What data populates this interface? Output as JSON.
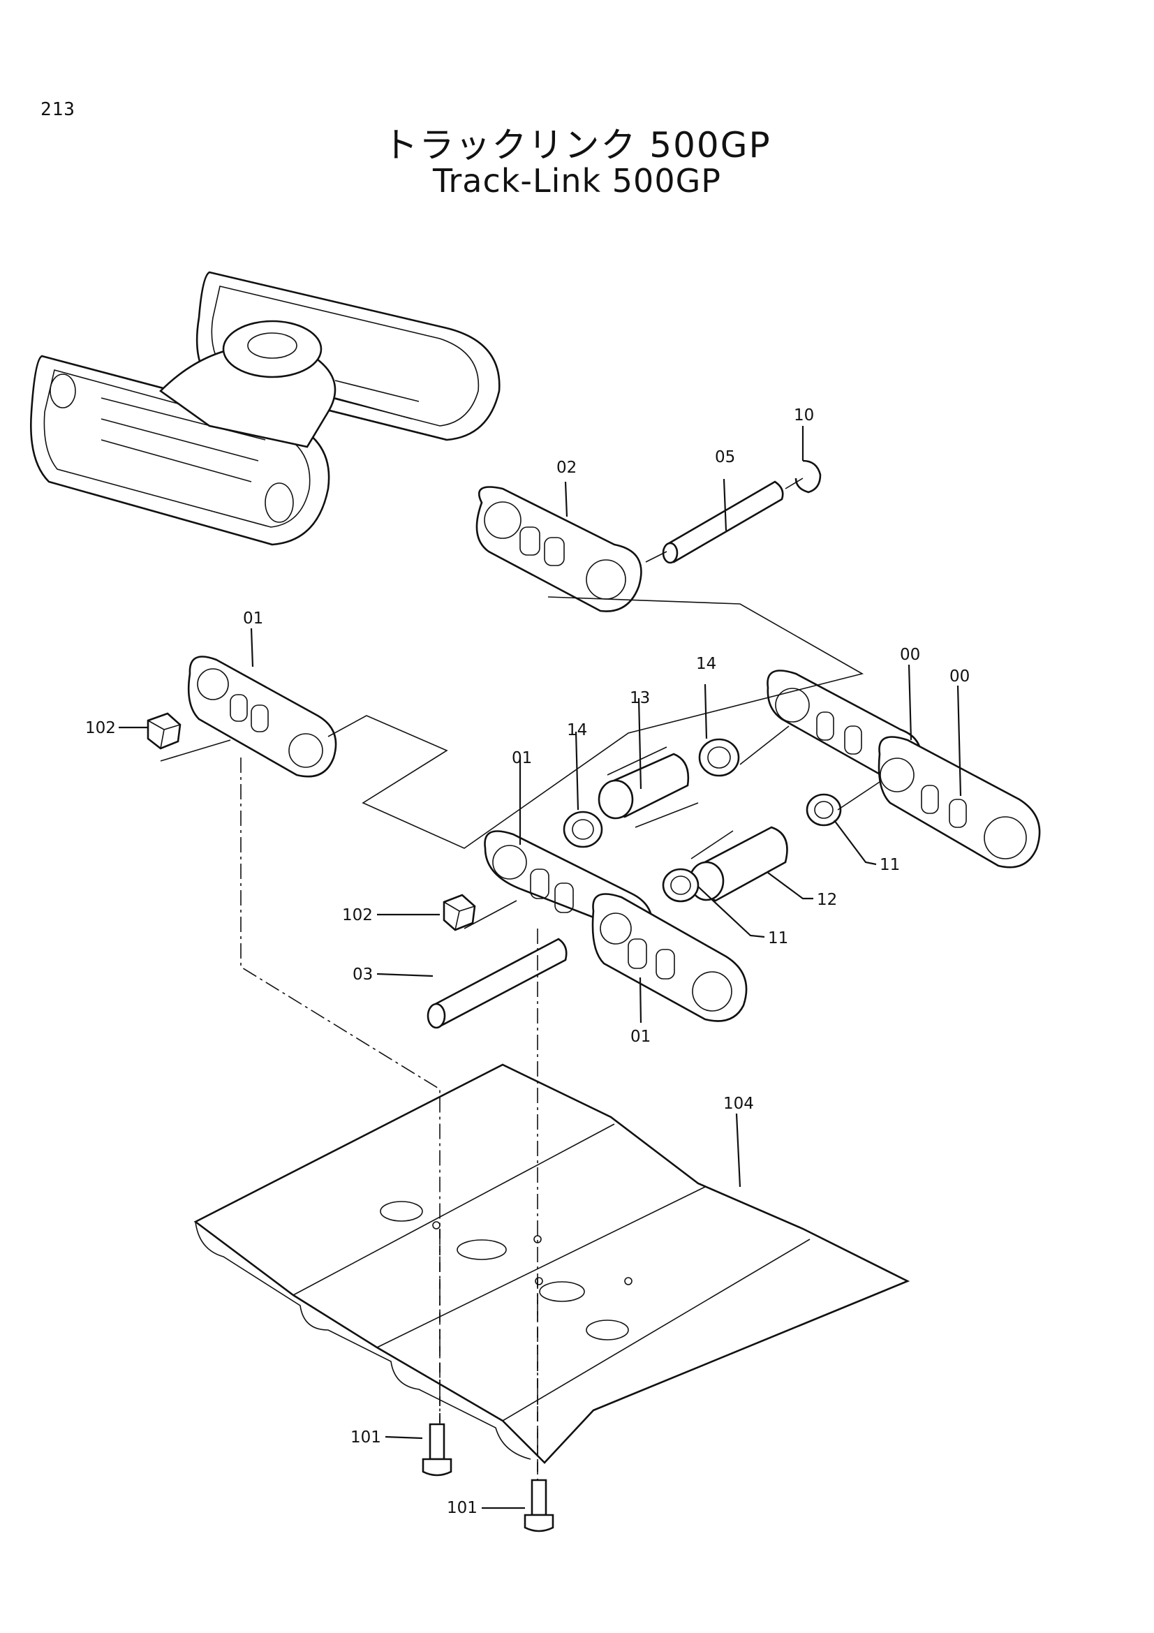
{
  "page_number": "213",
  "title_jp": "トラックリンク 500GP",
  "title_en": "Track-Link 500GP",
  "callouts": {
    "c10": "10",
    "c05": "05",
    "c02": "02",
    "c01_top": "01",
    "c102_top": "102",
    "c14_top": "14",
    "c13": "13",
    "c00_a": "00",
    "c00_b": "00",
    "c14_mid": "14",
    "c01_mid": "01",
    "c11_right": "11",
    "c12": "12",
    "c11_mid": "11",
    "c102_mid": "102",
    "c03": "03",
    "c01_bottom": "01",
    "c104": "104",
    "c101_a": "101",
    "c101_b": "101"
  }
}
